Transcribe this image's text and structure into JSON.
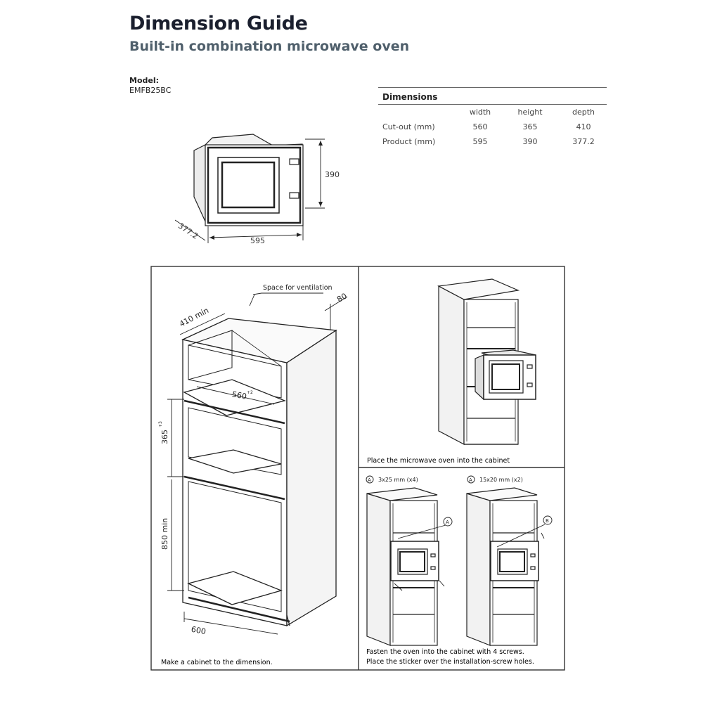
{
  "title": "Dimension Guide",
  "subtitle": "Built-in combination microwave oven",
  "model": {
    "label": "Model:",
    "value": "EMFB25BC"
  },
  "dimensions_table": {
    "title": "Dimensions",
    "headers": [
      "",
      "width",
      "height",
      "depth"
    ],
    "rows": [
      {
        "label": "Cut-out (mm)",
        "width": "560",
        "height": "365",
        "depth": "410"
      },
      {
        "label": "Product (mm)",
        "width": "595",
        "height": "390",
        "depth": "377.2"
      }
    ]
  },
  "product_drawing": {
    "height": "390",
    "width": "595",
    "depth": "377.2"
  },
  "cabinet_drawing": {
    "ventilation_label": "Space for ventilation",
    "ventilation_value": "80",
    "depth_min": "410 min",
    "cutout_width": "560",
    "cutout_width_tol": "+2",
    "cutout_height": "365",
    "cutout_height_tol": "+3",
    "base_height": "850 min",
    "cabinet_width": "600",
    "caption": "Make a cabinet to the dimension."
  },
  "panel_place": {
    "caption": "Place the microwave oven into the cabinet"
  },
  "panel_fasten": {
    "screw_a_marker": "A",
    "screw_a_spec": "3x25 mm (x4)",
    "screw_b_marker": "A",
    "screw_b_spec": "15x20 mm (x2)",
    "callout_a": "A",
    "callout_b": "B",
    "caption_line1": "Fasten the oven into the cabinet with 4 screws.",
    "caption_line2": "Place the sticker over the installation-screw holes."
  }
}
